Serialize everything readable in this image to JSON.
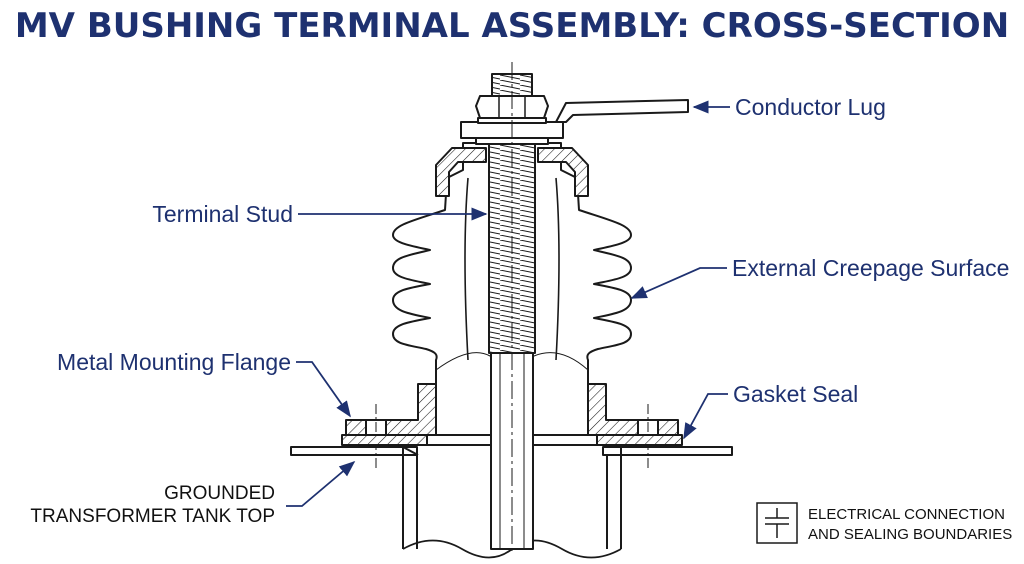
{
  "title": "MV BUSHING TERMINAL ASSEMBLY: CROSS-SECTION",
  "labels": {
    "conductor_lug": "Conductor Lug",
    "terminal_stud": "Terminal Stud",
    "external_creepage": "External Creepage Surface",
    "metal_flange": "Metal Mounting Flange",
    "gasket_seal": "Gasket Seal",
    "tank_top_line1": "GROUNDED",
    "tank_top_line2": "TRANSFORMER TANK TOP"
  },
  "legend": {
    "line1": "ELECTRICAL CONNECTION",
    "line2": "AND SEALING BOUNDARIES",
    "icon": "ground-symbol-icon"
  },
  "colors": {
    "title": "#1e3170",
    "label": "#1e3170",
    "leader": "#1e3170",
    "line": "#1a1a1a"
  }
}
